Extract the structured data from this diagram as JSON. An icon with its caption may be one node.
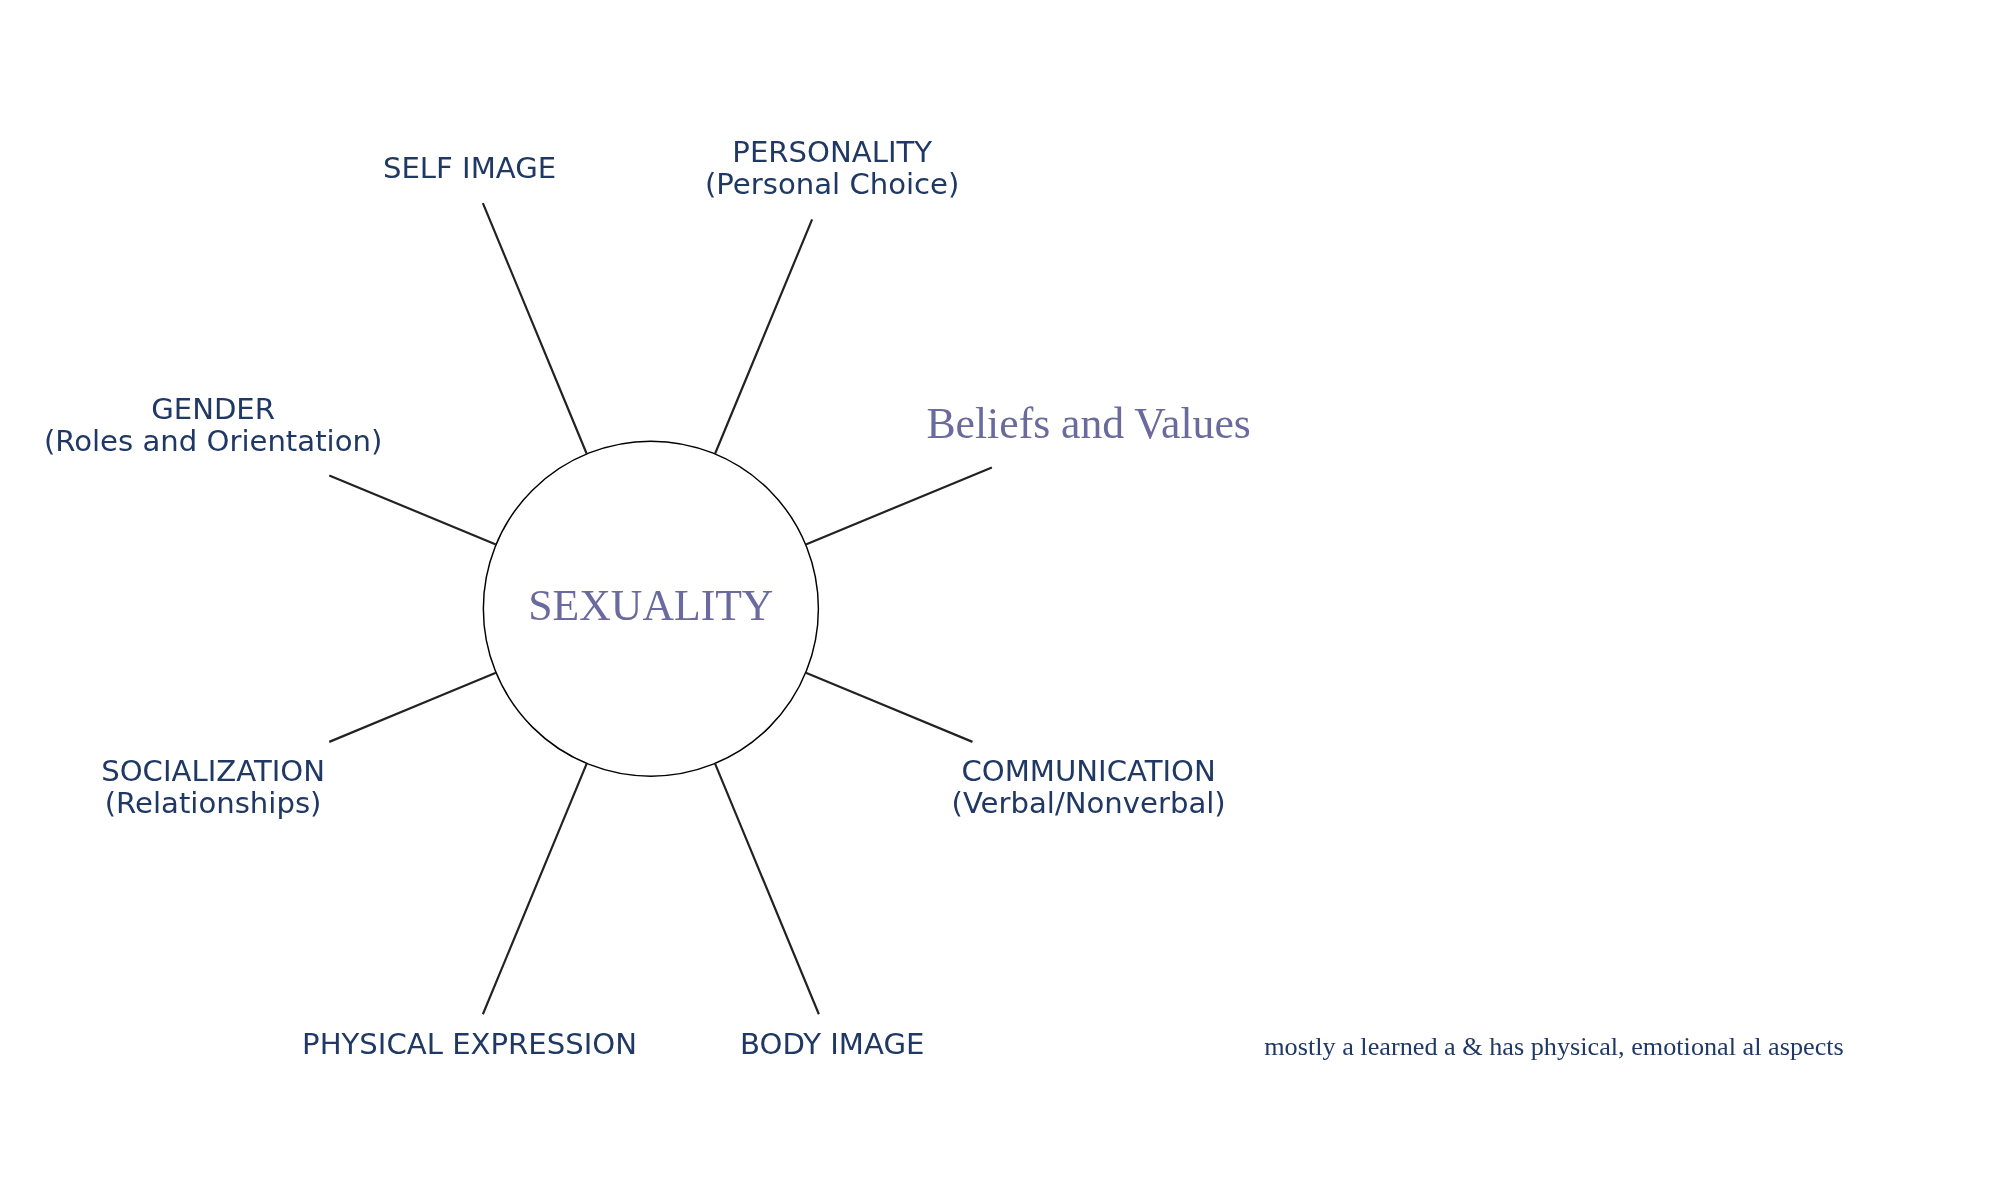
{
  "diagram": {
    "nodes": [
      {
        "text": [
          "SEXUALITY"
        ]
      },
      {
        "text": [
          "Beliefs and Values"
        ]
      },
      {
        "text": [
          "PERSONALITY",
          "(Personal Choice)"
        ]
      },
      {
        "text": [
          "SELF IMAGE"
        ]
      },
      {
        "text": [
          "GENDER",
          "(Roles and Orientation)"
        ]
      },
      {
        "text": [
          "SOCIALIZATION",
          "(Relationships)"
        ]
      },
      {
        "text": [
          "PHYSICAL EXPRESSION"
        ]
      },
      {
        "text": [
          "BODY IMAGE"
        ]
      },
      {
        "text": [
          "COMMUNICATION",
          "(Verbal/Nonverbal)"
        ]
      }
    ],
    "edges": [
      {
        "from": 0,
        "to": 1,
        "arrow": "none"
      },
      {
        "from": 0,
        "to": 2,
        "arrow": "none"
      },
      {
        "from": 0,
        "to": 3,
        "arrow": "none"
      },
      {
        "from": 0,
        "to": 4,
        "arrow": "none"
      },
      {
        "from": 0,
        "to": 5,
        "arrow": "none"
      },
      {
        "from": 0,
        "to": 6,
        "arrow": "none"
      },
      {
        "from": 0,
        "to": 7,
        "arrow": "none"
      },
      {
        "from": 0,
        "to": 8,
        "arrow": "none"
      }
    ],
    "labels": [
      "mostly a learned a & has physical, emotional al aspects"
    ]
  }
}
